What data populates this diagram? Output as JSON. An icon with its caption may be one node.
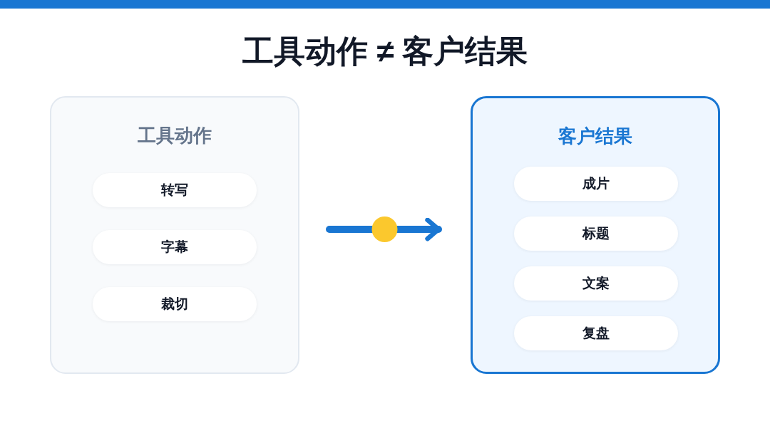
{
  "diagram": {
    "title": "工具动作 *≠* 客户结果",
    "nodes": [
      {
        "text": [
          "工具动作"
        ]
      },
      {
        "text": [
          "转写"
        ],
        "in": 0
      },
      {
        "text": [
          "字幕"
        ],
        "in": 0
      },
      {
        "text": [
          "裁切"
        ],
        "in": 0
      },
      {
        "text": [
          "客户结果"
        ]
      },
      {
        "text": [
          "成片"
        ],
        "in": 4
      },
      {
        "text": [
          "标题"
        ],
        "in": 4
      },
      {
        "text": [
          "文案"
        ],
        "in": 4
      },
      {
        "text": [
          "复盘"
        ],
        "in": 4
      }
    ],
    "edges": [
      {
        "from": 0,
        "to": 4,
        "arrow": "to"
      }
    ]
  }
}
